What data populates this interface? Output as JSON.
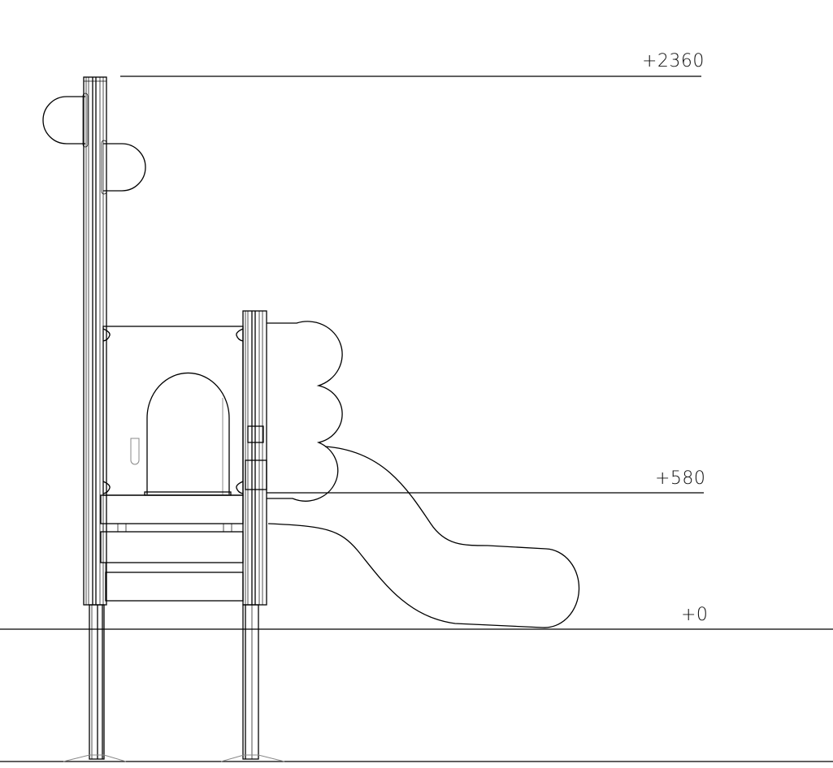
{
  "levels": {
    "top": "+2360",
    "platform": "+580",
    "ground": "+0"
  },
  "colors": {
    "line": "#000000",
    "background": "#ffffff"
  }
}
